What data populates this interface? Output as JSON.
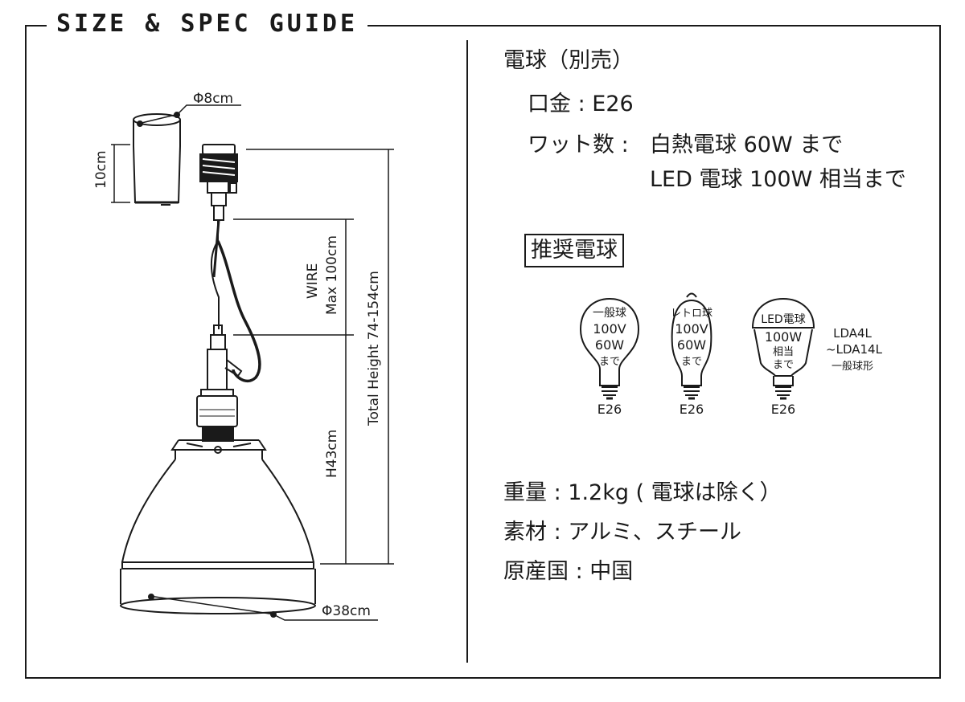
{
  "header": {
    "title": "SIZE & SPEC GUIDE"
  },
  "dimensions": {
    "socket_diameter": "Φ8cm",
    "socket_height": "10cm",
    "wire_label": "WIRE",
    "wire_length": "Max 100cm",
    "total_height": "Total Height 74-154cm",
    "shade_height": "H43cm",
    "shade_diameter": "Φ38cm"
  },
  "spec": {
    "bulb_heading": "電球（別売）",
    "base": "口金 : E26",
    "wattage_label": "ワット数 :",
    "wattage_1": "白熱電球 60W まで",
    "wattage_2": "LED 電球 100W 相当まで",
    "recommended": "推奨電球",
    "weight": "重量 : 1.2kg ( 電球は除く）",
    "material": "素材 : アルミ、スチール",
    "origin": "原産国 : 中国"
  },
  "bulbs": [
    {
      "name": "一般球",
      "line1": "100V",
      "line2": "60W",
      "line3": "まで",
      "base": "E26"
    },
    {
      "name": "レトロ球",
      "line1": "100V",
      "line2": "60W",
      "line3": "まで",
      "base": "E26"
    },
    {
      "name": "LED電球",
      "line1": "100W",
      "line2": "相当",
      "line3": "まで",
      "base": "E26"
    }
  ],
  "led_note": {
    "line1": "LDA4L",
    "line2": "~LDA14L",
    "line3": "一般球形"
  }
}
